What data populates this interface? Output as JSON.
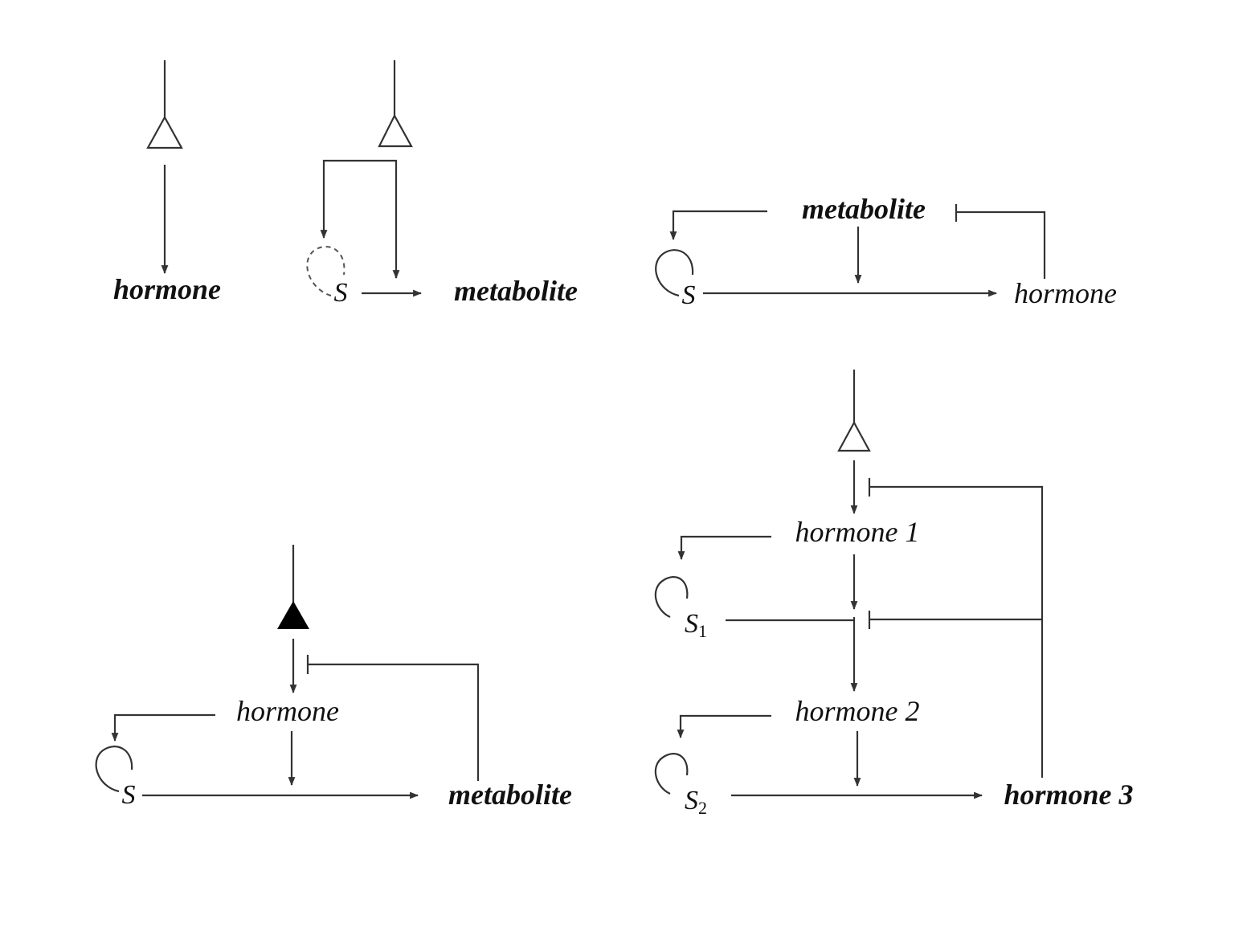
{
  "panels": {
    "a": {
      "product": "hormone"
    },
    "b": {
      "substrate": "S",
      "product": "metabolite"
    },
    "c": {
      "regulator": "metabolite",
      "substrate": "S",
      "product": "hormone"
    },
    "d": {
      "hormone": "hormone",
      "substrate": "S",
      "product": "metabolite"
    },
    "e": {
      "hormone1": "hormone 1",
      "substrate1": "S",
      "substrate1_sub": "1",
      "hormone2": "hormone 2",
      "substrate2": "S",
      "substrate2_sub": "2",
      "hormone3": "hormone 3"
    }
  },
  "colors": {
    "line": "#333333",
    "text": "#111111"
  }
}
